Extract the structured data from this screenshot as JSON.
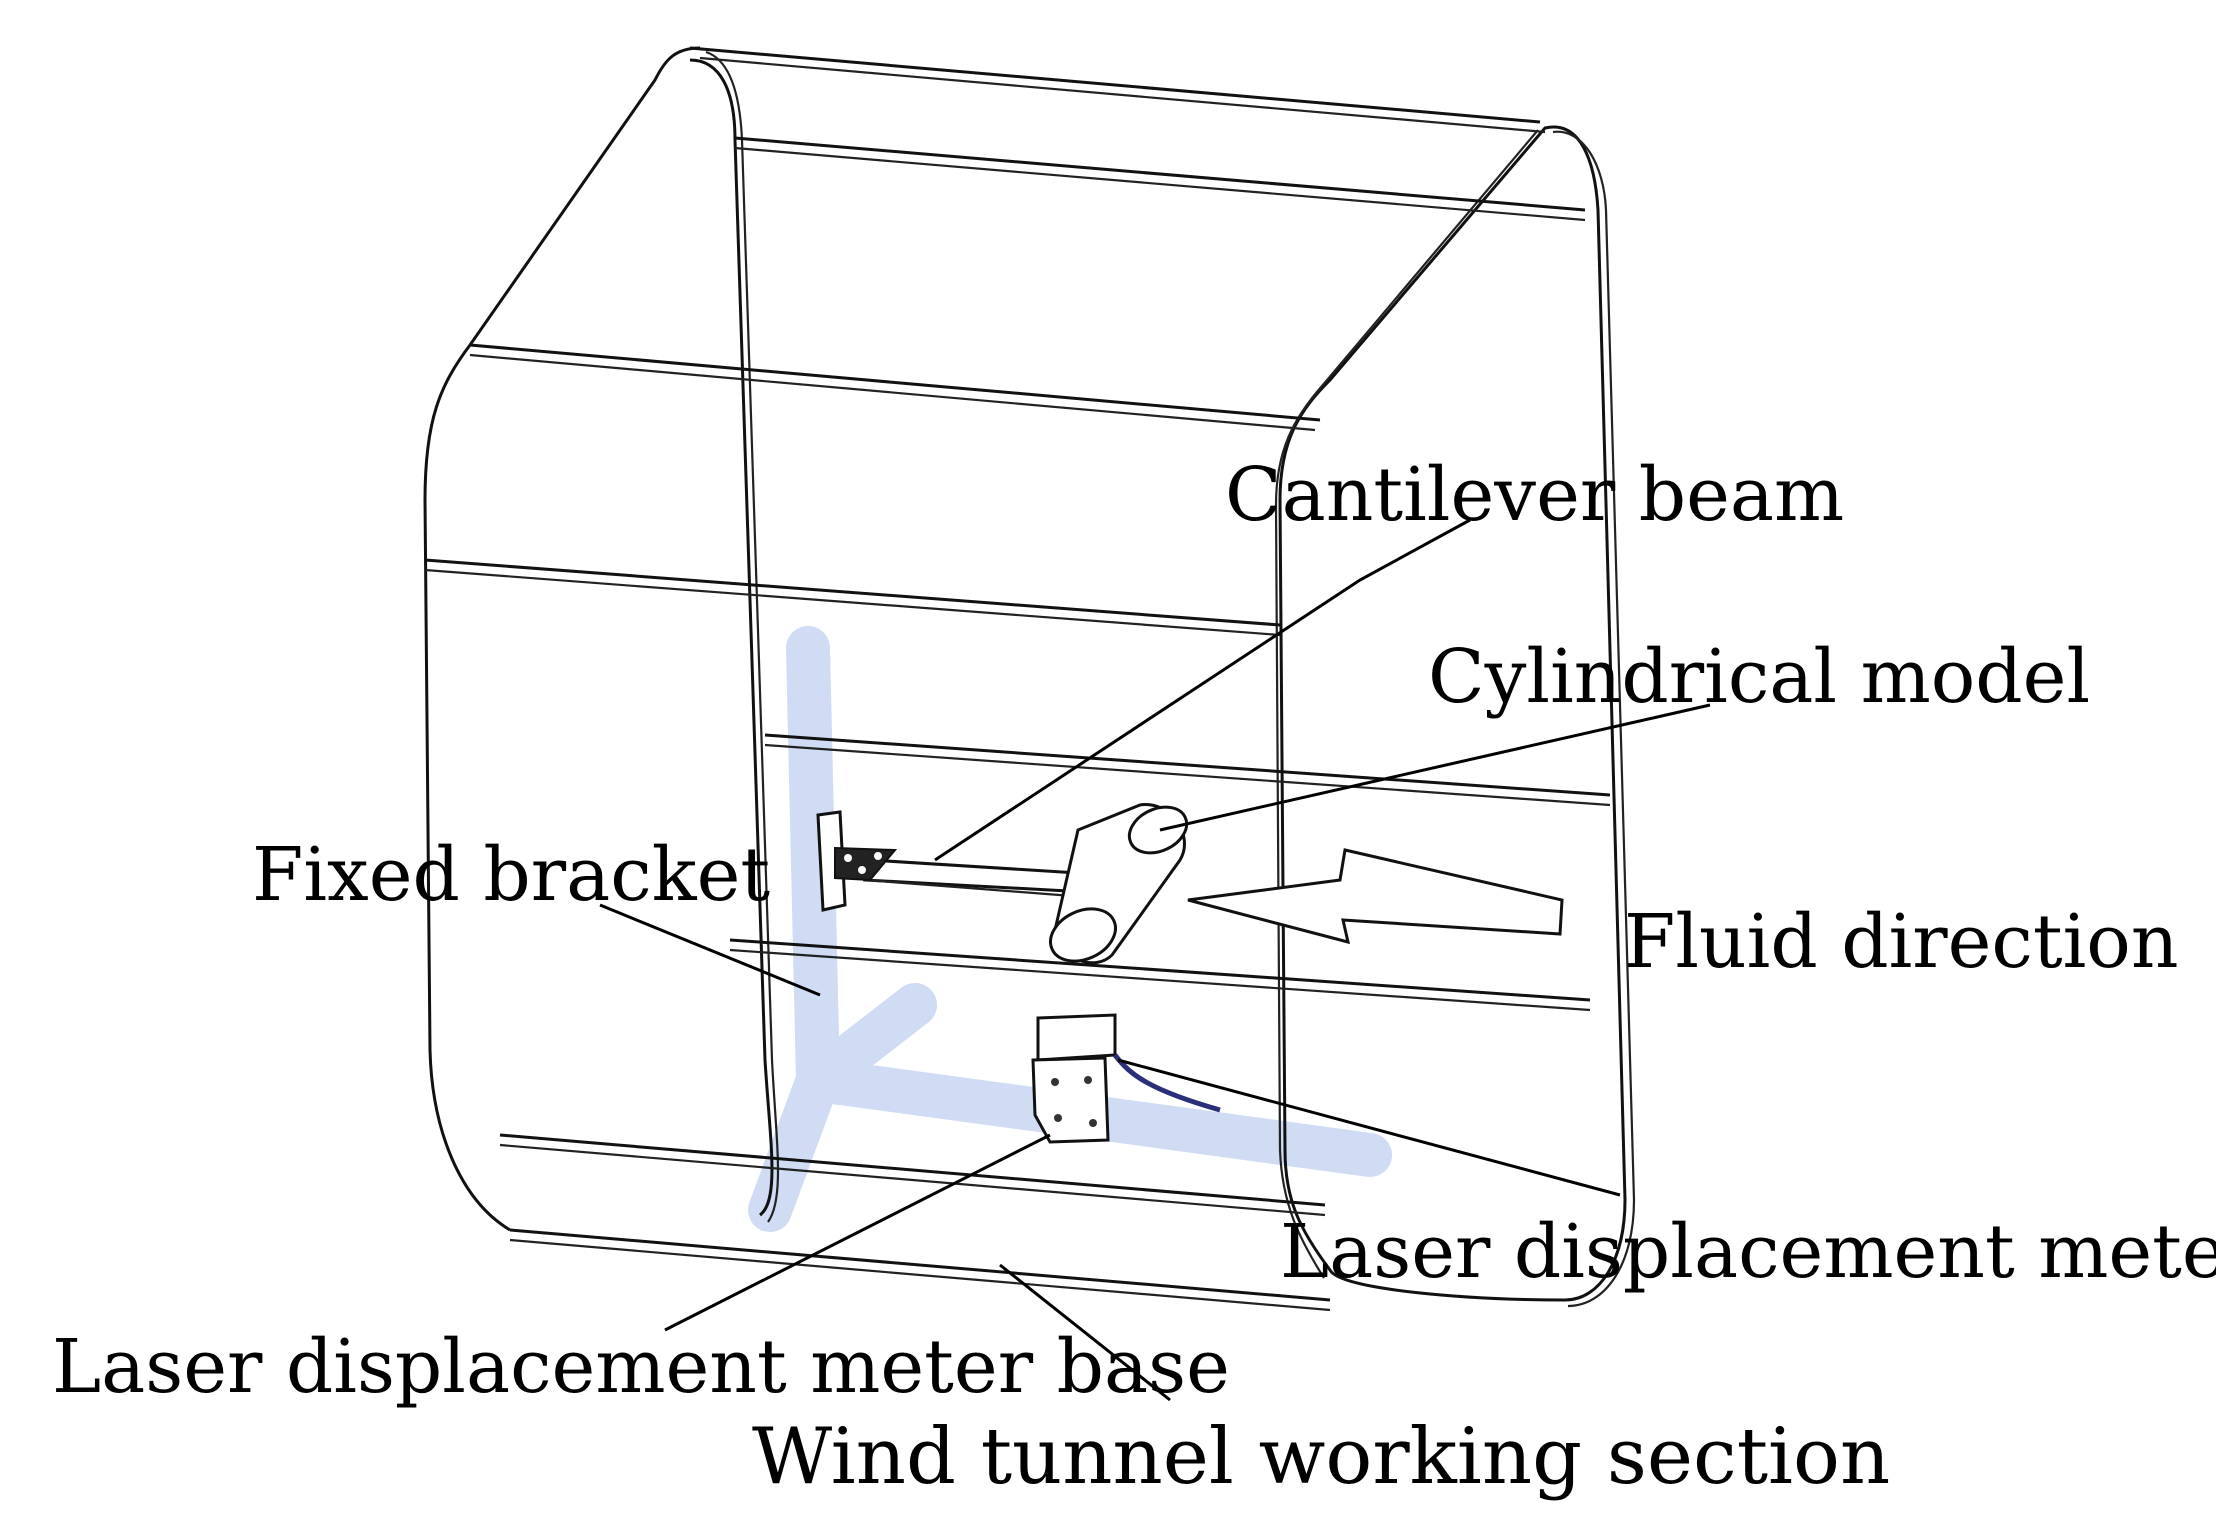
{
  "labels": {
    "cantilever_beam": "Cantilever beam",
    "cylindrical_model": "Cylindrical model",
    "fixed_bracket": "Fixed bracket",
    "fluid_direction": "Fluid direction",
    "laser_displacement_meter": "Laser displacement meter",
    "laser_displacement_meter_base": "Laser displacement meter base",
    "wind_tunnel_working_section": "Wind tunnel working section"
  },
  "colors": {
    "line": "#111111",
    "bracket_shadow": "#cfdcf3",
    "cable": "#2a2f7a",
    "background": "#ffffff"
  }
}
